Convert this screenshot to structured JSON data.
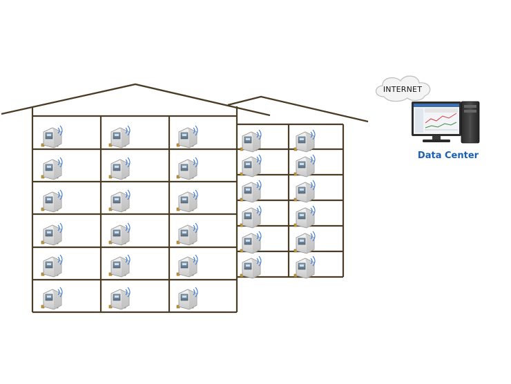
{
  "diagram": {
    "internet_label": "INTERNET",
    "data_center_label": "Data Center",
    "colors": {
      "wire": "#4a3c24",
      "meter_body": "#dedede",
      "meter_screen": "#6b8295",
      "signal": "#3a7bd5",
      "brass": "#c8962e",
      "data_center_text": "#1a5fb4"
    },
    "icons": {
      "meter": "smart-water-meter-icon",
      "internet": "cloud-icon",
      "server": "computer-workstation-icon"
    },
    "buildings": [
      {
        "name": "large-building",
        "floors": 6,
        "units_per_floor": 3
      },
      {
        "name": "small-building",
        "floors": 6,
        "units_per_floor": 2
      }
    ]
  }
}
